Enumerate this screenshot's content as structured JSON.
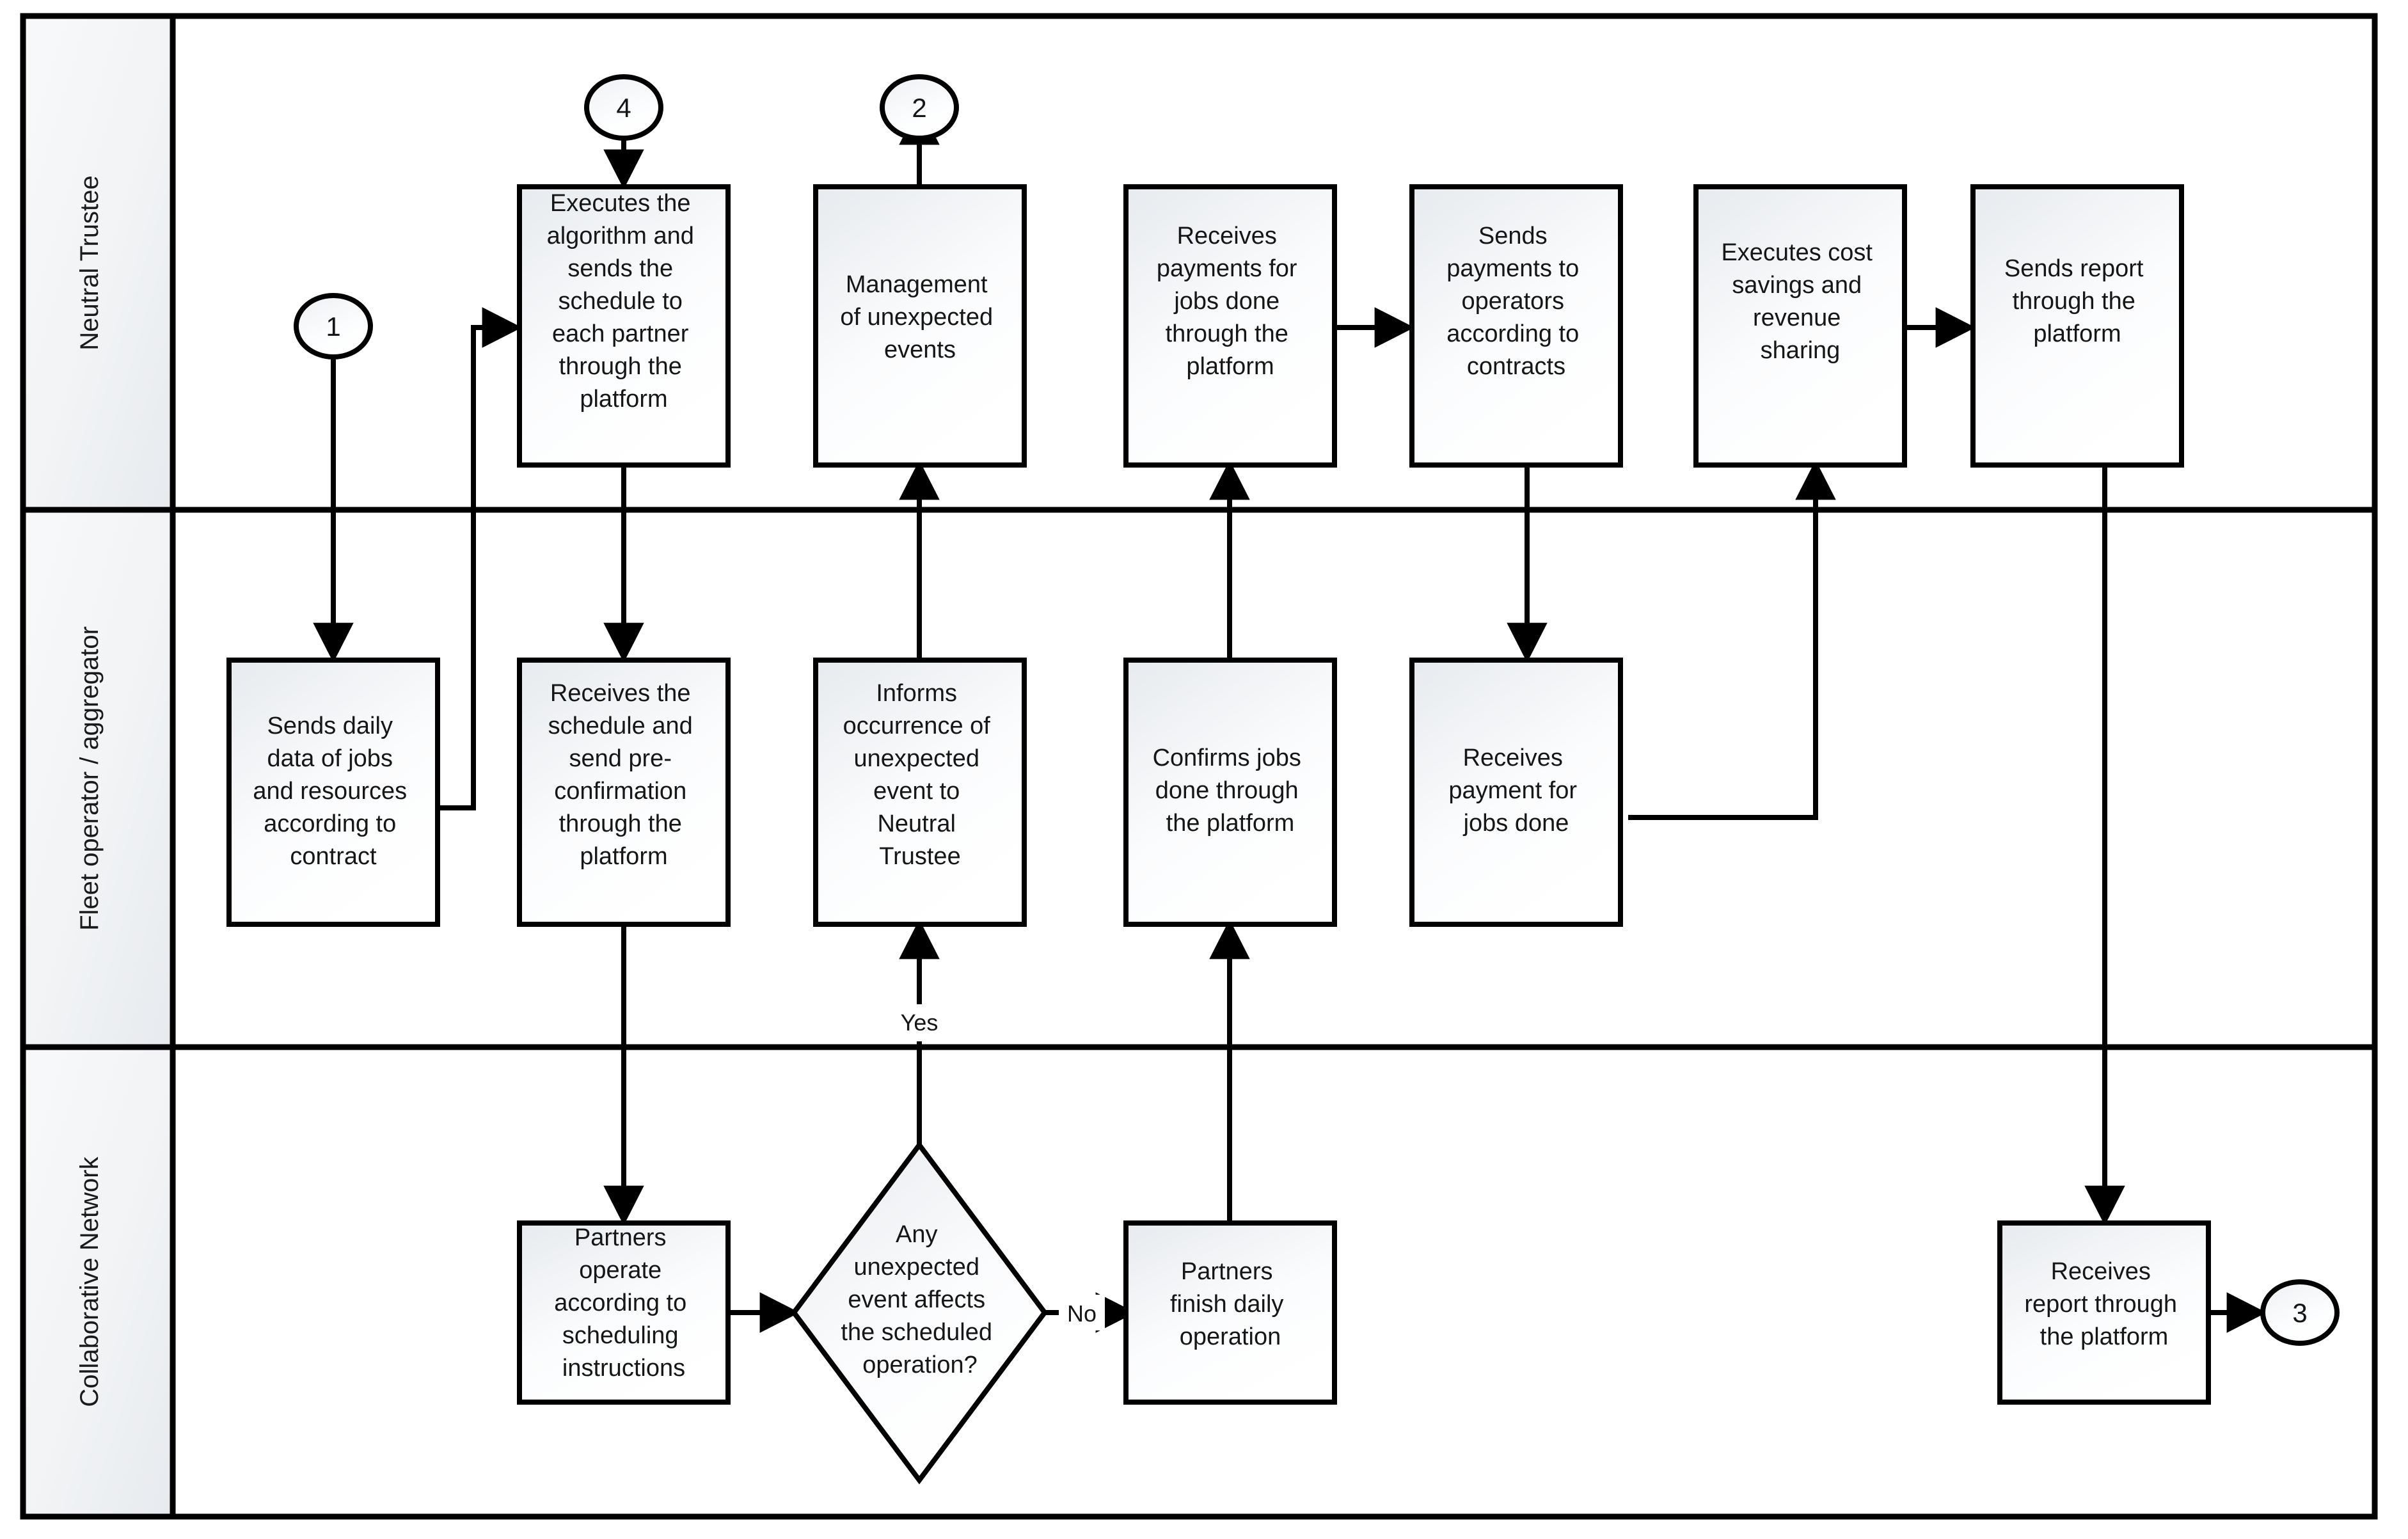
{
  "diagram": {
    "title": "Collaborative logistics platform swimlane process flow",
    "type": "swimlane-flowchart",
    "colors": {
      "stroke": "#000000",
      "fill_top": "#e8ebef",
      "fill_bottom": "#ffffff",
      "lane_band_top": "#f6f7f9",
      "lane_band_bottom": "#e9ecf0",
      "text": "#161616"
    },
    "lanes": [
      {
        "id": "lane-neutral-trustee",
        "label": "Neutral Trustee"
      },
      {
        "id": "lane-fleet-operator",
        "label": "Fleet operator / aggregator"
      },
      {
        "id": "lane-collaborative-network",
        "label": "Collaborative Network"
      }
    ],
    "connectors": [
      {
        "id": "connector-1",
        "label": "1"
      },
      {
        "id": "connector-2",
        "label": "2"
      },
      {
        "id": "connector-3",
        "label": "3"
      },
      {
        "id": "connector-4",
        "label": "4"
      }
    ],
    "nodes": {
      "executes_algorithm": {
        "lane": "Neutral Trustee",
        "shape": "process",
        "lines": [
          "Executes the",
          "algorithm and",
          "sends the",
          "schedule to",
          "each partner",
          "through the",
          "platform"
        ]
      },
      "management_unexpected": {
        "lane": "Neutral Trustee",
        "shape": "process",
        "lines": [
          "Management",
          "of unexpected",
          "events"
        ]
      },
      "receives_payments": {
        "lane": "Neutral Trustee",
        "shape": "process",
        "lines": [
          "Receives",
          "payments for",
          "jobs done",
          "through the",
          "platform"
        ]
      },
      "sends_payments": {
        "lane": "Neutral Trustee",
        "shape": "process",
        "lines": [
          "Sends",
          "payments to",
          "operators",
          "according to",
          "contracts"
        ]
      },
      "executes_cost_savings": {
        "lane": "Neutral Trustee",
        "shape": "process",
        "lines": [
          "Executes cost",
          "savings and",
          "revenue",
          "sharing"
        ]
      },
      "sends_report": {
        "lane": "Neutral Trustee",
        "shape": "process",
        "lines": [
          "Sends report",
          "through the",
          "platform"
        ]
      },
      "sends_daily_data": {
        "lane": "Fleet operator / aggregator",
        "shape": "process",
        "lines": [
          "Sends daily",
          "data of jobs",
          "and resources",
          "according to",
          "contract"
        ]
      },
      "receives_schedule": {
        "lane": "Fleet operator / aggregator",
        "shape": "process",
        "lines": [
          "Receives the",
          "schedule and",
          "send pre-",
          "confirmation",
          "through the",
          "platform"
        ]
      },
      "informs_occurrence": {
        "lane": "Fleet operator / aggregator",
        "shape": "process",
        "lines": [
          "Informs",
          "occurrence of",
          "unexpected",
          "event to",
          "Neutral",
          "Trustee"
        ]
      },
      "confirms_jobs": {
        "lane": "Fleet operator / aggregator",
        "shape": "process",
        "lines": [
          "Confirms jobs",
          "done through",
          "the platform"
        ]
      },
      "receives_payment": {
        "lane": "Fleet operator / aggregator",
        "shape": "process",
        "lines": [
          "Receives",
          "payment for",
          "jobs done"
        ]
      },
      "partners_operate": {
        "lane": "Collaborative Network",
        "shape": "process",
        "lines": [
          "Partners",
          "operate",
          "according to",
          "scheduling",
          "instructions"
        ]
      },
      "any_unexpected_event": {
        "lane": "Collaborative Network",
        "shape": "decision",
        "lines": [
          "Any",
          "unexpected",
          "event affects",
          "the scheduled",
          "operation?"
        ]
      },
      "partners_finish": {
        "lane": "Collaborative Network",
        "shape": "process",
        "lines": [
          "Partners",
          "finish daily",
          "operation"
        ]
      },
      "receives_report": {
        "lane": "Collaborative Network",
        "shape": "process",
        "lines": [
          "Receives",
          "report through",
          "the platform"
        ]
      }
    },
    "edge_labels": {
      "yes": "Yes",
      "no": "No"
    }
  }
}
